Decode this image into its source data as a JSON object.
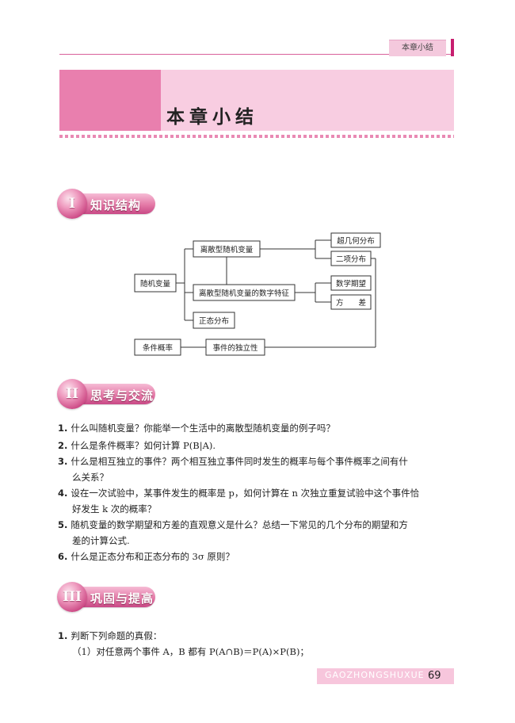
{
  "header": {
    "tab_label": "本章小结"
  },
  "banner": {
    "title": "本章小结"
  },
  "sections": [
    {
      "num": "I",
      "label": "知识结构"
    },
    {
      "num": "II",
      "label": "思考与交流"
    },
    {
      "num": "III",
      "label": "巩固与提高"
    }
  ],
  "diagram": {
    "nodes": {
      "rv": "随机变量",
      "discrete": "离散型随机变量",
      "features": "离散型随机变量的数字特征",
      "normal": "正态分布",
      "hypergeo": "超几何分布",
      "binomial": "二项分布",
      "expect": "数学期望",
      "variance": "方　　差",
      "condprob": "条件概率",
      "indep": "事件的独立性"
    }
  },
  "questions": [
    {
      "n": "1.",
      "lines": [
        "什么叫随机变量？你能举一个生活中的离散型随机变量的例子吗？"
      ]
    },
    {
      "n": "2.",
      "lines": [
        "什么是条件概率？如何计算 P(B|A)."
      ]
    },
    {
      "n": "3.",
      "lines": [
        "什么是相互独立的事件？两个相互独立事件同时发生的概率与每个事件概率之间有什",
        "么关系？"
      ]
    },
    {
      "n": "4.",
      "lines": [
        "设在一次试验中，某事件发生的概率是 p，如何计算在 n 次独立重复试验中这个事件恰",
        "好发生 k 次的概率？"
      ]
    },
    {
      "n": "5.",
      "lines": [
        "随机变量的数学期望和方差的直观意义是什么？总结一下常见的几个分布的期望和方",
        "差的计算公式."
      ]
    },
    {
      "n": "6.",
      "lines": [
        "什么是正态分布和正态分布的 3σ 原则？"
      ]
    }
  ],
  "exercise": {
    "n": "1.",
    "line1": "判断下列命题的真假：",
    "line2": "（1）对任意两个事件 A，B 都有 P(A∩B)＝P(A)×P(B)；"
  },
  "footer": {
    "series": "GAOZHONGSHUXUE",
    "page": "69"
  }
}
